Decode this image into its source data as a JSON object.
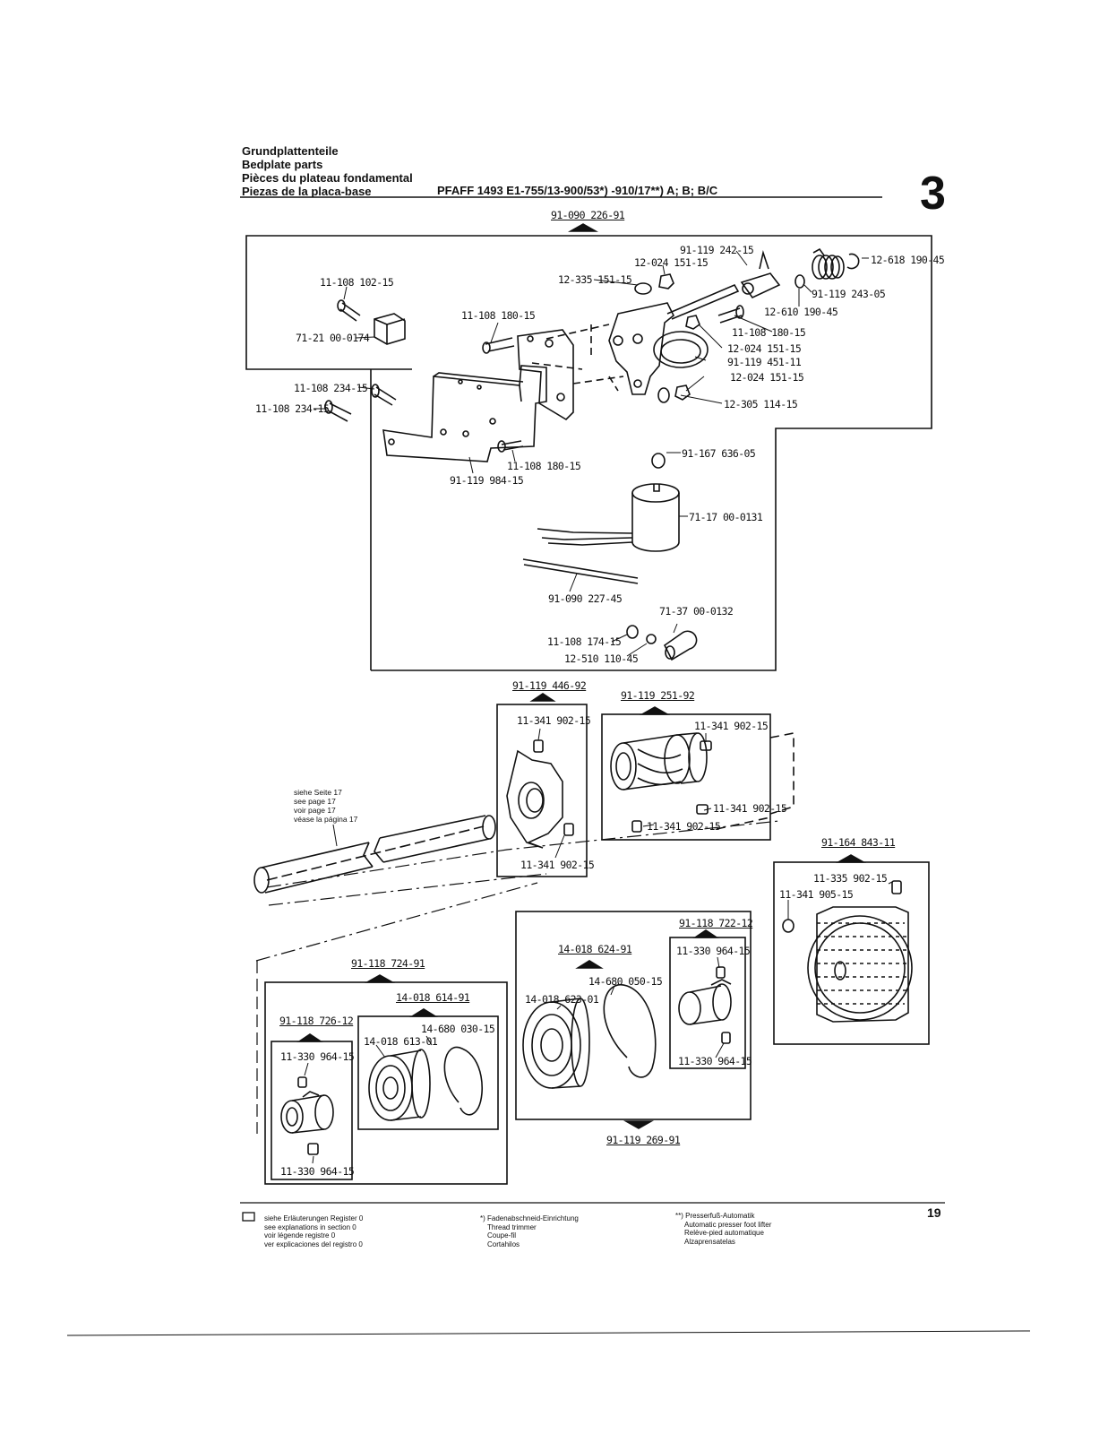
{
  "header": {
    "titles": [
      "Grundplattenteile",
      "Bedplate parts",
      "Pièces du plateau fondamental",
      "Piezas de la placa-base"
    ],
    "model": "PFAFF 1493 E1-755/13-900/53*) -910/17**) A; B; B/C",
    "section_number": "3"
  },
  "assemblies": {
    "main": "91-090 226-91",
    "cam": "91-119 446-92",
    "clutch": "91-119 251-92",
    "pulley": "91-164 843-11",
    "bearing_left_group": "91-118 724-91",
    "bearing_left": "14-018 614-91",
    "collar_left": "91-118 726-12",
    "bearing_right": "14-018 624-91",
    "collar_right": "91-118 722-12",
    "bearing_right_group": "91-119 269-91"
  },
  "parts": {
    "p1": "11-108 102-15",
    "p2": "71-21 00-0174",
    "p3": "11-108 234-15",
    "p4": "11-108 234-15",
    "p5": "11-108 180-15",
    "p6": "12-335 151-15",
    "p7": "12-024 151-15",
    "p8": "91-119 242-15",
    "p9": "12-618 190-45",
    "p10": "91-119 243-05",
    "p11": "12-610 190-45",
    "p12": "11-108 180-15",
    "p13": "12-024 151-15",
    "p14": "91-119 451-11",
    "p15": "12-024 151-15",
    "p16": "12-305 114-15",
    "p17": "11-108 180-15",
    "p18": "91-119 984-15",
    "p19": "91-167 636-05",
    "p20": "71-17 00-0131",
    "p21": "91-090 227-45",
    "p22": "71-37 00-0132",
    "p23": "11-108 174-15",
    "p24": "12-510 110-45",
    "p25": "11-341 902-15",
    "p26": "11-341 902-15",
    "p27": "11-341 902-15",
    "p28": "11-341 902-15",
    "p29": "11-341 902-15",
    "p30": "11-335 902-15",
    "p31": "11-341 905-15",
    "p32": "14-680 050-15",
    "p33": "14-018 623-01",
    "p34": "11-330 964-15",
    "p35": "11-330 964-15",
    "p36": "14-680 030-15",
    "p37": "14-018 613-01",
    "p38": "11-330 964-15",
    "p39": "11-330 964-15"
  },
  "see_page_note": [
    "siehe Seite 17",
    "see page 17",
    "voir page 17",
    "véase la página 17"
  ],
  "footer": {
    "col1": [
      "siehe Erläuterungen Register 0",
      "see explanations in section 0",
      "voir légende registre 0",
      "ver explicaciones del registro 0"
    ],
    "col2": [
      "*) Fadenabschneid-Einrichtung",
      "Thread trimmer",
      "Coupe-fil",
      "Cortahilos"
    ],
    "col3": [
      "**) Presserfuß-Automatik",
      "Automatic presser foot lifter",
      "Relève-pied automatique",
      "Alzaprensatelas"
    ],
    "page_number": "19"
  }
}
